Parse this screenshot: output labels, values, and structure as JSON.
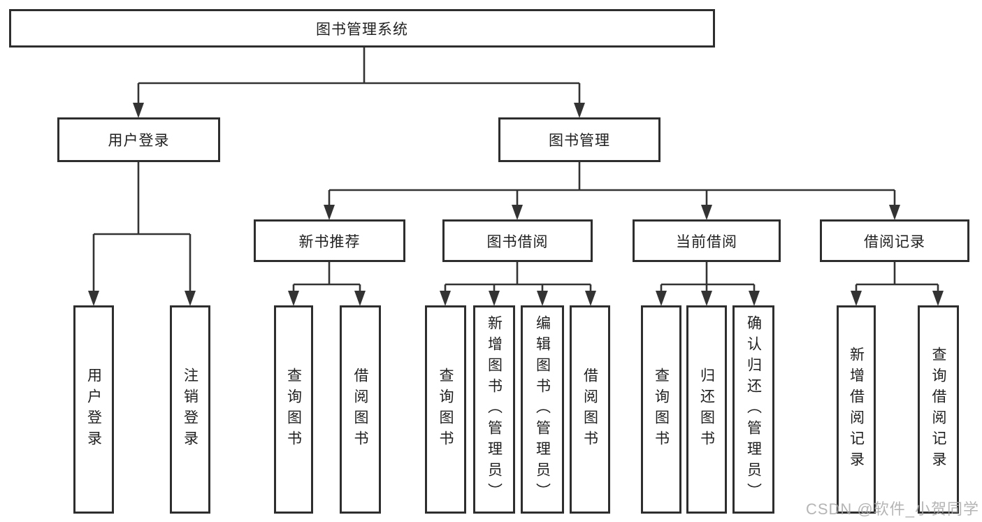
{
  "diagram": {
    "root": {
      "label": "图书管理系统"
    },
    "level2": [
      {
        "label": "用户登录"
      },
      {
        "label": "图书管理"
      }
    ],
    "level3": [
      {
        "label": "新书推荐"
      },
      {
        "label": "图书借阅"
      },
      {
        "label": "当前借阅"
      },
      {
        "label": "借阅记录"
      }
    ],
    "leaves": {
      "user_login": [
        {
          "label": "用户登录"
        },
        {
          "label": "注销登录"
        }
      ],
      "new_book": [
        {
          "label": "查询图书"
        },
        {
          "label": "借阅图书"
        }
      ],
      "book_borrow": [
        {
          "label": "查询图书"
        },
        {
          "label": "新增图书（管理员）"
        },
        {
          "label": "编辑图书（管理员）"
        },
        {
          "label": "借阅图书"
        }
      ],
      "current_borrow": [
        {
          "label": "查询图书"
        },
        {
          "label": "归还图书"
        },
        {
          "label": "确认归还（管理员）"
        }
      ],
      "borrow_records": [
        {
          "label": "新增借阅记录"
        },
        {
          "label": "查询借阅记录"
        }
      ]
    }
  },
  "watermark": {
    "text": "CSDN @软件_小贺同学"
  },
  "colors": {
    "line": "#333333",
    "border": "#2e2e2e",
    "text": "#1f1f1f",
    "background": "#ffffff",
    "watermark_gray": "#a8a8a8"
  }
}
